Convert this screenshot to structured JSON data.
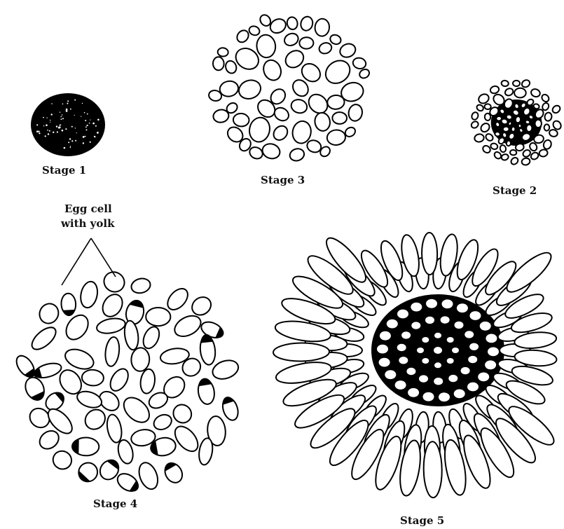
{
  "figure": {
    "labels": {
      "stage1": "Stage 1",
      "stage2": "Stage 2",
      "stage3": "Stage 3",
      "stage4": "Stage 4",
      "stage5": "Stage 5",
      "egg_cell_line1": "Egg cell",
      "egg_cell_line2": "with yolk"
    },
    "colors": {
      "ink": "#000000",
      "paper": "#ffffff"
    }
  }
}
